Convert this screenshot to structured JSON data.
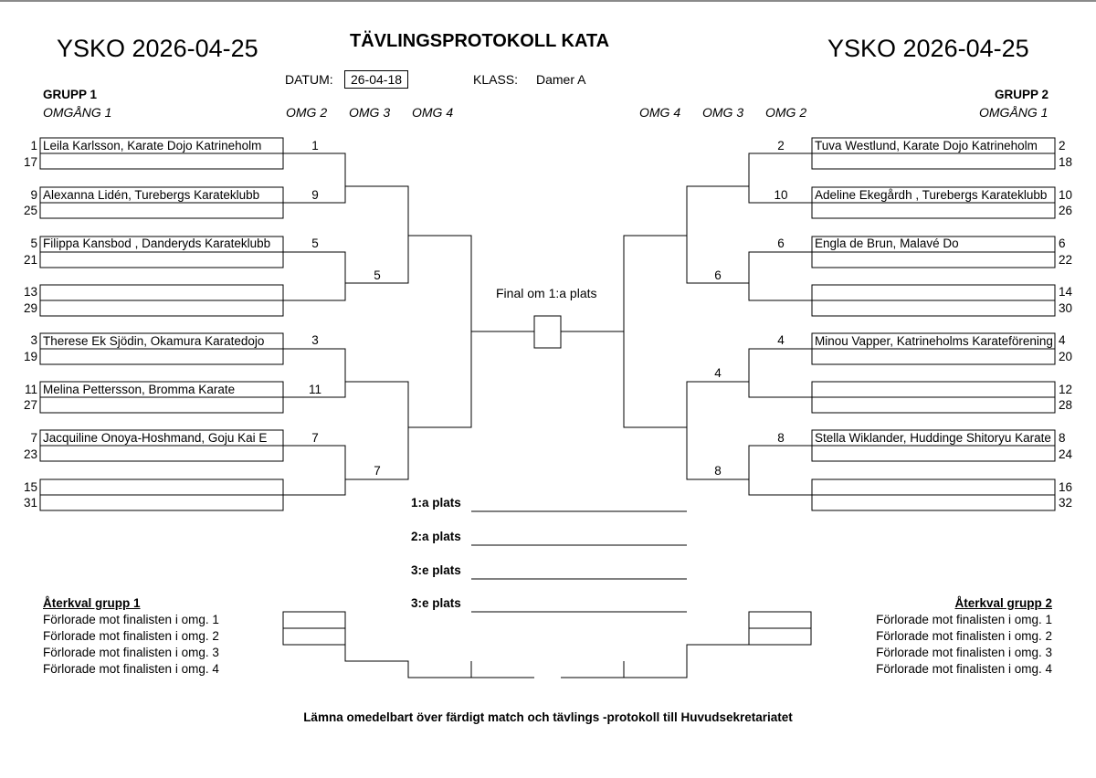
{
  "header": {
    "left_title": "YSKO 2026-04-25",
    "right_title": "YSKO 2026-04-25",
    "main_title": "TÄVLINGSPROTOKOLL KATA",
    "date_label": "DATUM:",
    "date_value": "26-04-18",
    "class_label": "KLASS:",
    "class_value": "Damer A"
  },
  "group1": {
    "title": "GRUPP 1",
    "round1_label": "OMGÅNG 1",
    "round_labels": [
      "OMG 2",
      "OMG 3",
      "OMG 4"
    ],
    "entries": [
      {
        "num": "1",
        "name": "Leila Karlsson, Karate Dojo Katrineholm"
      },
      {
        "num": "17",
        "name": ""
      },
      {
        "num": "9",
        "name": "Alexanna Lidén, Turebergs Karateklubb"
      },
      {
        "num": "25",
        "name": ""
      },
      {
        "num": "5",
        "name": "Filippa Kansbod , Danderyds Karateklubb"
      },
      {
        "num": "21",
        "name": ""
      },
      {
        "num": "13",
        "name": ""
      },
      {
        "num": "29",
        "name": ""
      },
      {
        "num": "3",
        "name": "Therese Ek Sjödin, Okamura Karatedojo"
      },
      {
        "num": "19",
        "name": ""
      },
      {
        "num": "11",
        "name": "Melina Pettersson, Bromma Karate"
      },
      {
        "num": "27",
        "name": ""
      },
      {
        "num": "7",
        "name": "Jacquiline Onoya-Hoshmand, Goju Kai E"
      },
      {
        "num": "23",
        "name": ""
      },
      {
        "num": "15",
        "name": ""
      },
      {
        "num": "31",
        "name": ""
      }
    ],
    "omg2_winners": [
      "1",
      "9",
      "5",
      "",
      "3",
      "11",
      "7",
      ""
    ],
    "omg3_winners": [
      "",
      "5",
      "",
      "7"
    ],
    "repechage_title": "Återkval grupp 1",
    "repechage_rows": [
      "Förlorade mot finalisten i omg. 1",
      "Förlorade mot finalisten i omg. 2",
      "Förlorade mot finalisten i omg. 3",
      "Förlorade mot finalisten i omg. 4"
    ]
  },
  "group2": {
    "title": "GRUPP 2",
    "round1_label": "OMGÅNG 1",
    "round_labels": [
      "OMG 4",
      "OMG 3",
      "OMG 2"
    ],
    "entries": [
      {
        "num": "2",
        "name": "Tuva Westlund, Karate Dojo Katrineholm"
      },
      {
        "num": "18",
        "name": ""
      },
      {
        "num": "10",
        "name": "Adeline Ekegårdh , Turebergs Karateklubb"
      },
      {
        "num": "26",
        "name": ""
      },
      {
        "num": "6",
        "name": "Engla de Brun, Malavé Do"
      },
      {
        "num": "22",
        "name": ""
      },
      {
        "num": "14",
        "name": ""
      },
      {
        "num": "30",
        "name": ""
      },
      {
        "num": "4",
        "name": "Minou Vapper, Katrineholms Karateförening"
      },
      {
        "num": "20",
        "name": ""
      },
      {
        "num": "12",
        "name": ""
      },
      {
        "num": "28",
        "name": ""
      },
      {
        "num": "8",
        "name": "Stella Wiklander, Huddinge Shitoryu Karate"
      },
      {
        "num": "24",
        "name": ""
      },
      {
        "num": "16",
        "name": ""
      },
      {
        "num": "32",
        "name": ""
      }
    ],
    "omg2_winners": [
      "2",
      "10",
      "6",
      "",
      "4",
      "",
      "8",
      ""
    ],
    "omg3_winners": [
      "",
      "6",
      "4",
      "8"
    ],
    "repechage_title": "Återkval grupp 2",
    "repechage_rows": [
      "Förlorade mot finalisten i omg. 1",
      "Förlorade mot finalisten i omg. 2",
      "Förlorade mot finalisten i omg. 3",
      "Förlorade mot finalisten i omg. 4"
    ]
  },
  "final": {
    "label": "Final om 1:a plats",
    "placements": [
      "1:a plats",
      "2:a plats",
      "3:e plats",
      "3:e plats"
    ]
  },
  "footer": {
    "note": "Lämna omedelbart över färdigt match och tävlings -protokoll till Huvudsekretariatet"
  }
}
